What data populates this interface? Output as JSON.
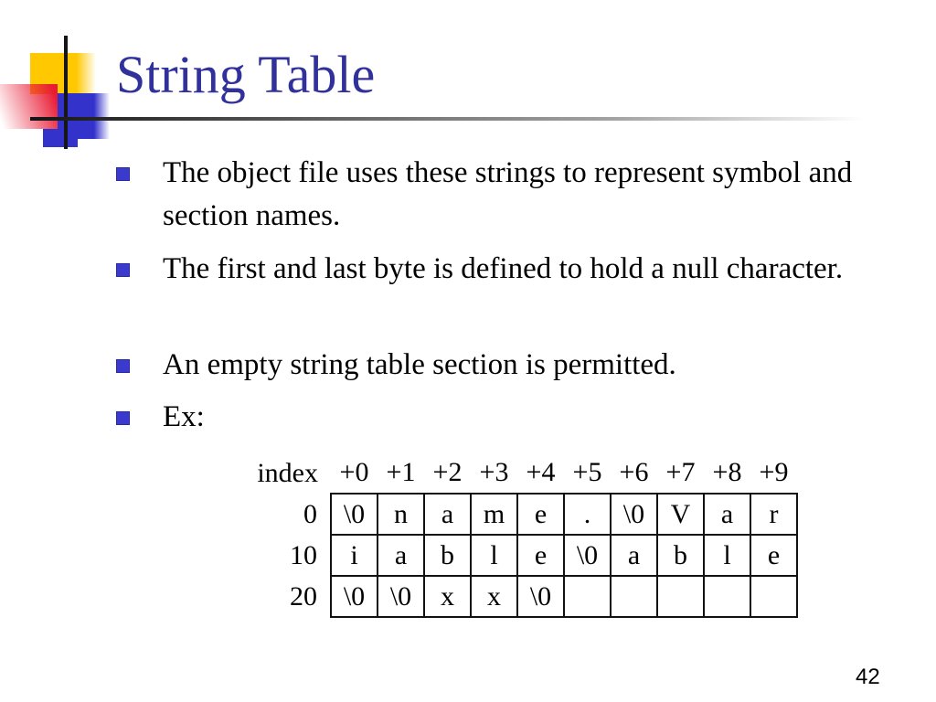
{
  "slide": {
    "title": "String Table",
    "page_number": "42"
  },
  "bullets": [
    "The object file uses these strings to represent symbol and section names.",
    "The first and last byte is defined to hold a null character.",
    "An empty string table section is permitted.",
    "Ex:"
  ],
  "string_table": {
    "corner_label": "index",
    "col_headers": [
      "+0",
      "+1",
      "+2",
      "+3",
      "+4",
      "+5",
      "+6",
      "+7",
      "+8",
      "+9"
    ],
    "rows": [
      {
        "label": "0",
        "cells": [
          "\\0",
          "n",
          "a",
          "m",
          "e",
          ".",
          "\\0",
          "V",
          "a",
          "r"
        ]
      },
      {
        "label": "10",
        "cells": [
          "i",
          "a",
          "b",
          "l",
          "e",
          "\\0",
          "a",
          "b",
          "l",
          "e"
        ]
      },
      {
        "label": "20",
        "cells": [
          "\\0",
          "\\0",
          "x",
          "x",
          "\\0",
          "",
          "",
          "",
          "",
          ""
        ]
      }
    ]
  },
  "colors": {
    "title_text": "#31319C",
    "bullet_square": "#3A3ACD",
    "decor_yellow": "#FFC800",
    "decor_red": "#E81B35",
    "decor_blue": "#3333CC"
  }
}
